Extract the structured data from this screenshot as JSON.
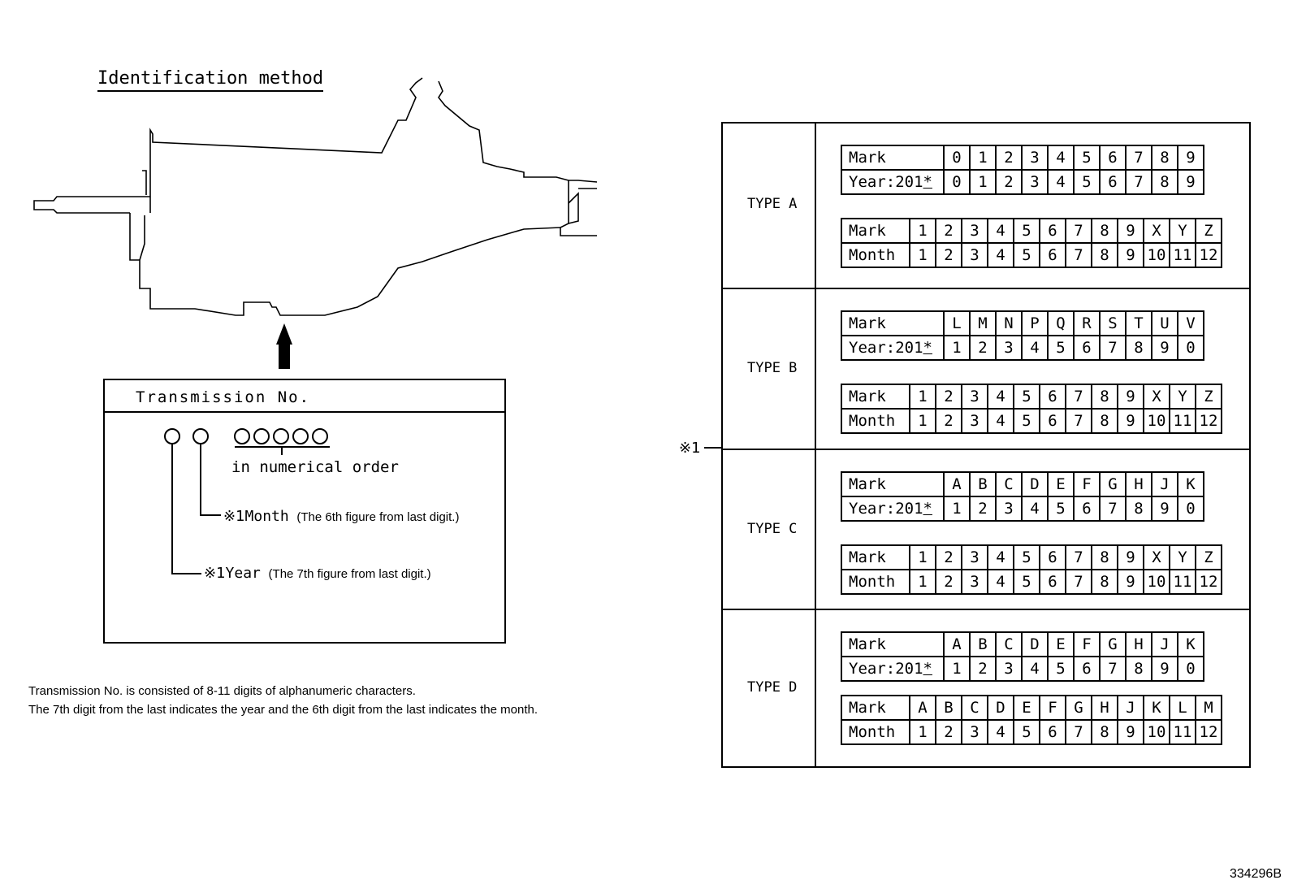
{
  "title": "Identification method",
  "transmission_box": {
    "header": "Transmission No.",
    "serial_caption": "in numerical order",
    "month_marker": "※1",
    "month_label": "Month",
    "month_note": "(The 6th figure from last digit.)",
    "year_marker": "※1",
    "year_label": "Year",
    "year_note": "(The 7th figure from last digit.)"
  },
  "notes": [
    "Transmission No. is consisted of 8-11 digits of alphanumeric characters.",
    "The 7th digit from the last indicates the year and the 6th digit from the last indicates the month."
  ],
  "reference_mark": "※1",
  "figure_code": "334296B",
  "types": [
    {
      "name": "TYPE A",
      "year_table": {
        "mark_label": "Mark",
        "year_label_prefix": "Year:201",
        "year_label_star": "*",
        "marks": [
          "0",
          "1",
          "2",
          "3",
          "4",
          "5",
          "6",
          "7",
          "8",
          "9"
        ],
        "years": [
          "0",
          "1",
          "2",
          "3",
          "4",
          "5",
          "6",
          "7",
          "8",
          "9"
        ]
      },
      "month_table": {
        "mark_label": "Mark",
        "month_label": "Month",
        "marks": [
          "1",
          "2",
          "3",
          "4",
          "5",
          "6",
          "7",
          "8",
          "9",
          "X",
          "Y",
          "Z"
        ],
        "months": [
          "1",
          "2",
          "3",
          "4",
          "5",
          "6",
          "7",
          "8",
          "9",
          "10",
          "11",
          "12"
        ]
      }
    },
    {
      "name": "TYPE B",
      "year_table": {
        "mark_label": "Mark",
        "year_label_prefix": "Year:201",
        "year_label_star": "*",
        "marks": [
          "L",
          "M",
          "N",
          "P",
          "Q",
          "R",
          "S",
          "T",
          "U",
          "V"
        ],
        "years": [
          "1",
          "2",
          "3",
          "4",
          "5",
          "6",
          "7",
          "8",
          "9",
          "0"
        ]
      },
      "month_table": {
        "mark_label": "Mark",
        "month_label": "Month",
        "marks": [
          "1",
          "2",
          "3",
          "4",
          "5",
          "6",
          "7",
          "8",
          "9",
          "X",
          "Y",
          "Z"
        ],
        "months": [
          "1",
          "2",
          "3",
          "4",
          "5",
          "6",
          "7",
          "8",
          "9",
          "10",
          "11",
          "12"
        ]
      }
    },
    {
      "name": "TYPE C",
      "year_table": {
        "mark_label": "Mark",
        "year_label_prefix": "Year:201",
        "year_label_star": "*",
        "marks": [
          "A",
          "B",
          "C",
          "D",
          "E",
          "F",
          "G",
          "H",
          "J",
          "K"
        ],
        "years": [
          "1",
          "2",
          "3",
          "4",
          "5",
          "6",
          "7",
          "8",
          "9",
          "0"
        ]
      },
      "month_table": {
        "mark_label": "Mark",
        "month_label": "Month",
        "marks": [
          "1",
          "2",
          "3",
          "4",
          "5",
          "6",
          "7",
          "8",
          "9",
          "X",
          "Y",
          "Z"
        ],
        "months": [
          "1",
          "2",
          "3",
          "4",
          "5",
          "6",
          "7",
          "8",
          "9",
          "10",
          "11",
          "12"
        ]
      }
    },
    {
      "name": "TYPE D",
      "year_table": {
        "mark_label": "Mark",
        "year_label_prefix": "Year:201",
        "year_label_star": "*",
        "marks": [
          "A",
          "B",
          "C",
          "D",
          "E",
          "F",
          "G",
          "H",
          "J",
          "K"
        ],
        "years": [
          "1",
          "2",
          "3",
          "4",
          "5",
          "6",
          "7",
          "8",
          "9",
          "0"
        ]
      },
      "month_table": {
        "mark_label": "Mark",
        "month_label": "Month",
        "marks": [
          "A",
          "B",
          "C",
          "D",
          "E",
          "F",
          "G",
          "H",
          "J",
          "K",
          "L",
          "M"
        ],
        "months": [
          "1",
          "2",
          "3",
          "4",
          "5",
          "6",
          "7",
          "8",
          "9",
          "10",
          "11",
          "12"
        ]
      }
    }
  ]
}
